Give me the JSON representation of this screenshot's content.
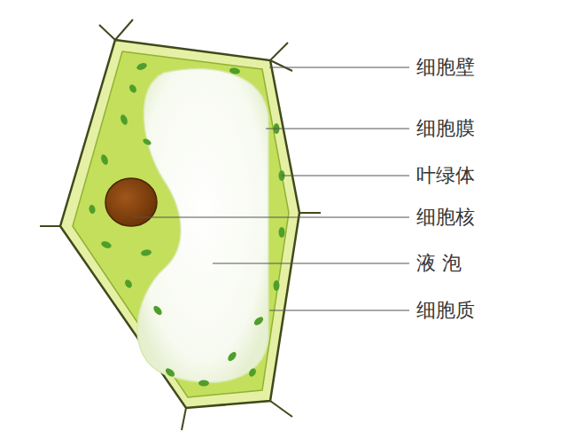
{
  "diagram": {
    "labels": [
      "细胞壁",
      "细胞膜",
      "叶绿体",
      "细胞核",
      "液 泡",
      "细胞质"
    ]
  }
}
